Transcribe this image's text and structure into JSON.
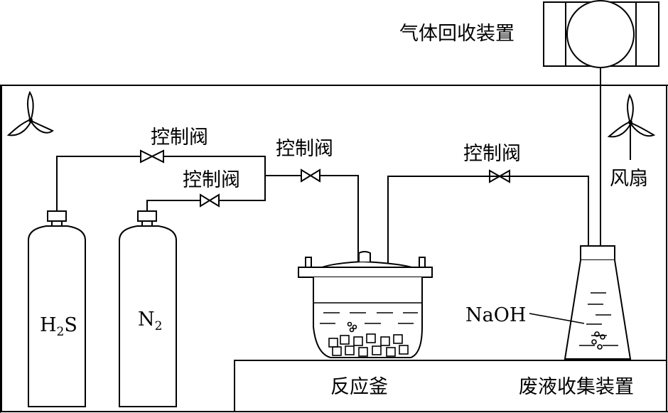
{
  "labels": {
    "gas_recovery": "气体回收装置",
    "fan": "风扇",
    "valve": "控制阀",
    "h2s_main": "H",
    "h2s_sub": "2",
    "h2s_tail": "S",
    "n2_main": "N",
    "n2_sub": "2",
    "naoh": "NaOH",
    "reactor": "反应釜",
    "waste_collector": "废液收集装置"
  }
}
